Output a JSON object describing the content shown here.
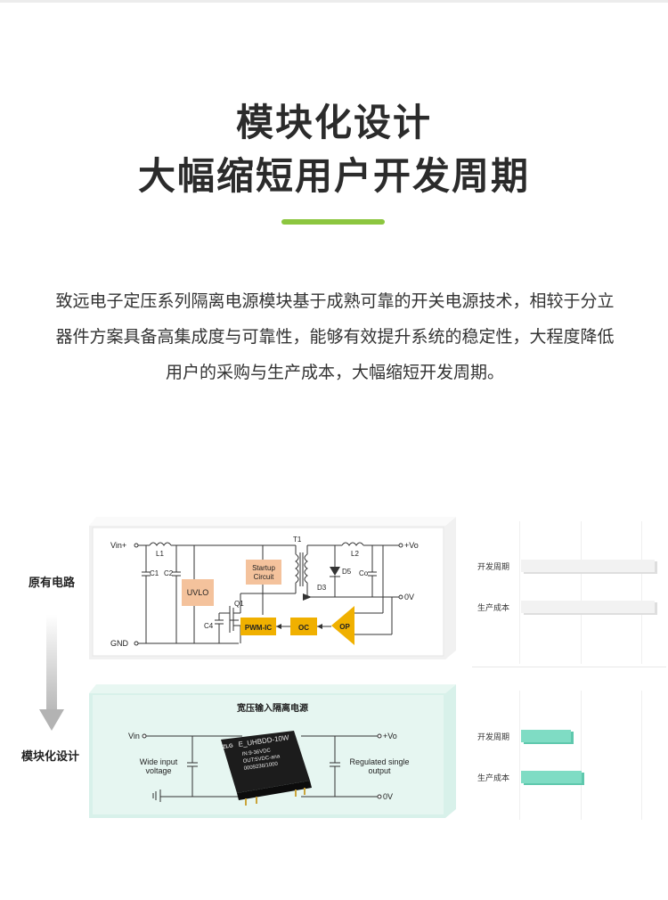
{
  "heading": {
    "line1": "模块化设计",
    "line2": "大幅缩短用户开发周期",
    "accent_color": "#8cc63f"
  },
  "description": "致远电子定压系列隔离电源模块基于成熟可靠的开关电源技术，相较于分立器件方案具备高集成度与可靠性，能够有效提升系统的稳定性，大程度降低用户的采购与生产成本，大幅缩短开发周期。",
  "rows": {
    "original": "原有电路",
    "modular": "模块化设计"
  },
  "circuit_top": {
    "vin": "Vin+",
    "gnd": "GND",
    "vo": "+Vo",
    "zero": "0V",
    "l1": "L1",
    "l2": "L2",
    "c1": "C1",
    "c2": "C2",
    "c4": "C4",
    "co": "Co",
    "t1": "T1",
    "d3": "D3",
    "d5": "D5",
    "q1": "Q1",
    "uvlo": "UVLO",
    "startup1": "Startup",
    "startup2": "Circuit",
    "pwm": "PWM-IC",
    "oc": "OC",
    "op": "OP",
    "block_color": "#f4c29c",
    "ic_color": "#f0b000"
  },
  "circuit_bottom": {
    "title": "宽压输入隔离电源",
    "vin": "Vin",
    "vo": "+Vo",
    "zero": "0V",
    "wide1": "Wide input",
    "wide2": "voltage",
    "reg1": "Regulated single",
    "reg2": "output",
    "chip1": "E_UHBDD-10W",
    "chip2": "IN:9-36VDC",
    "chip3": "OUT:5VDC-ana",
    "chip4": "0009236/1000",
    "chip_logo": "ZLG"
  },
  "chart_data": [
    {
      "type": "bar",
      "categories": [
        "开发周期",
        "生产成本"
      ],
      "values": [
        1.0,
        1.0
      ],
      "color": "#f2f2f2"
    },
    {
      "type": "bar",
      "categories": [
        "开发周期",
        "生产成本"
      ],
      "values": [
        0.37,
        0.45
      ],
      "color": "#7fdcc4"
    }
  ]
}
